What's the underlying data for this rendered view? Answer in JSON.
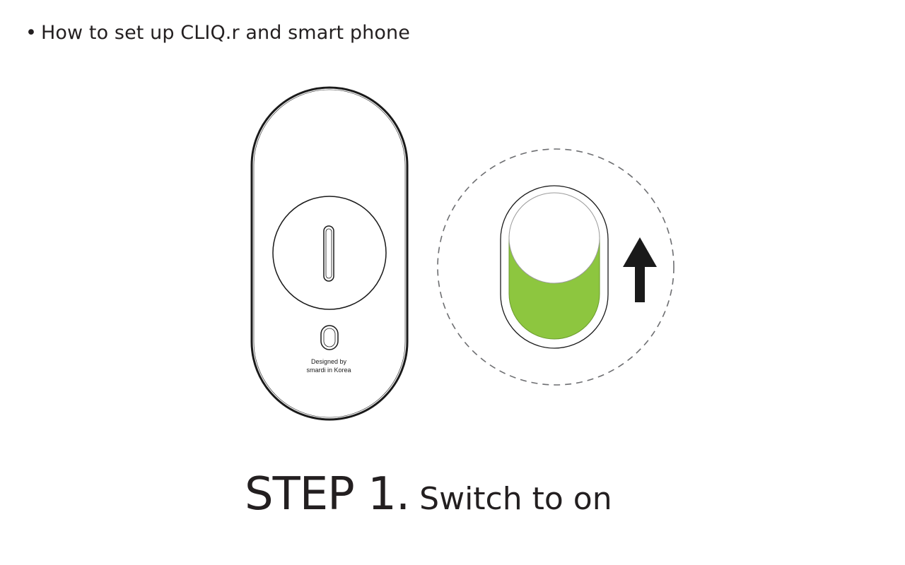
{
  "header": {
    "bullet": "•",
    "text": "How to set up CLIQ.r and smart phone"
  },
  "device": {
    "label_line1": "Designed by",
    "label_line2": "smardi in Korea"
  },
  "switch": {
    "state": "on",
    "fill_color": "#8dc63f",
    "arrow": "up"
  },
  "step": {
    "number": "STEP 1.",
    "instruction": "Switch to on"
  },
  "colors": {
    "stroke": "#1a1a1a",
    "dashed_circle": "#6d6e71",
    "text": "#231f20",
    "switch_green": "#8dc63f"
  }
}
